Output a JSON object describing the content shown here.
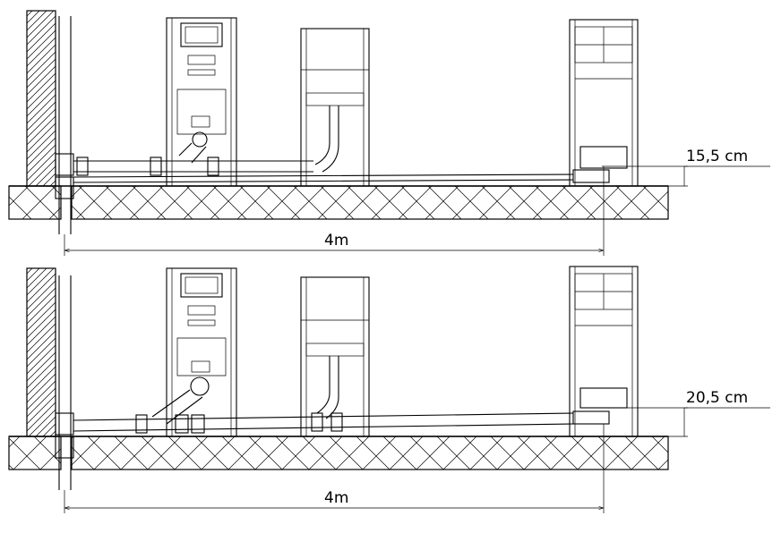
{
  "drawings": [
    {
      "id": "top",
      "height_label": "15,5 cm",
      "distance_label": "4m"
    },
    {
      "id": "bottom",
      "height_label": "20,5 cm",
      "distance_label": "4m"
    }
  ]
}
